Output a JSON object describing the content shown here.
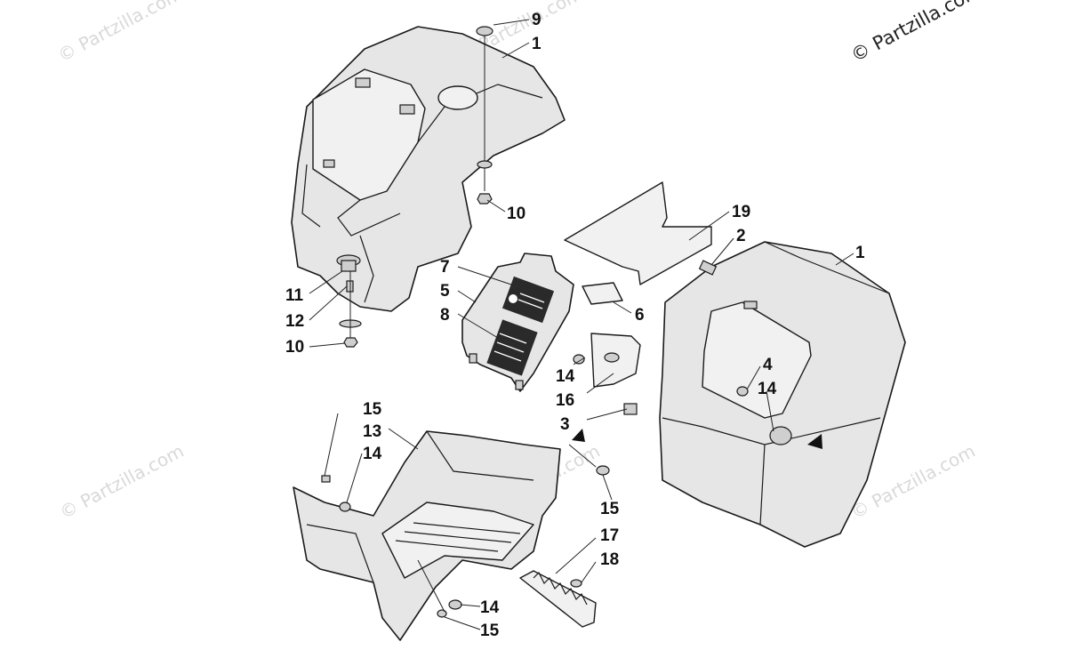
{
  "copyright": "© Partzilla.com",
  "watermarks": [
    "© Partzilla.com",
    "© Partzilla.com",
    "© Partzilla.com",
    "© Partzilla.com",
    "© Partzilla.com"
  ],
  "callouts": {
    "c9": "9",
    "c1_top": "1",
    "c10_top": "10",
    "c19": "19",
    "c2": "2",
    "c1_right": "1",
    "c11": "11",
    "c12": "12",
    "c10_left": "10",
    "c7": "7",
    "c5": "5",
    "c8": "8",
    "c6": "6",
    "c4": "4",
    "c14_mid": "14",
    "c14_right": "14",
    "c16": "16",
    "c3": "3",
    "c15_top": "15",
    "c13": "13",
    "c14_left": "14",
    "c15_right": "15",
    "c17": "17",
    "c18": "18",
    "c14_bottom": "14",
    "c15_bottom": "15"
  },
  "colors": {
    "part_fill": "#e6e6e6",
    "outline": "#1a1a1a",
    "watermark": "#d9d9d9"
  }
}
